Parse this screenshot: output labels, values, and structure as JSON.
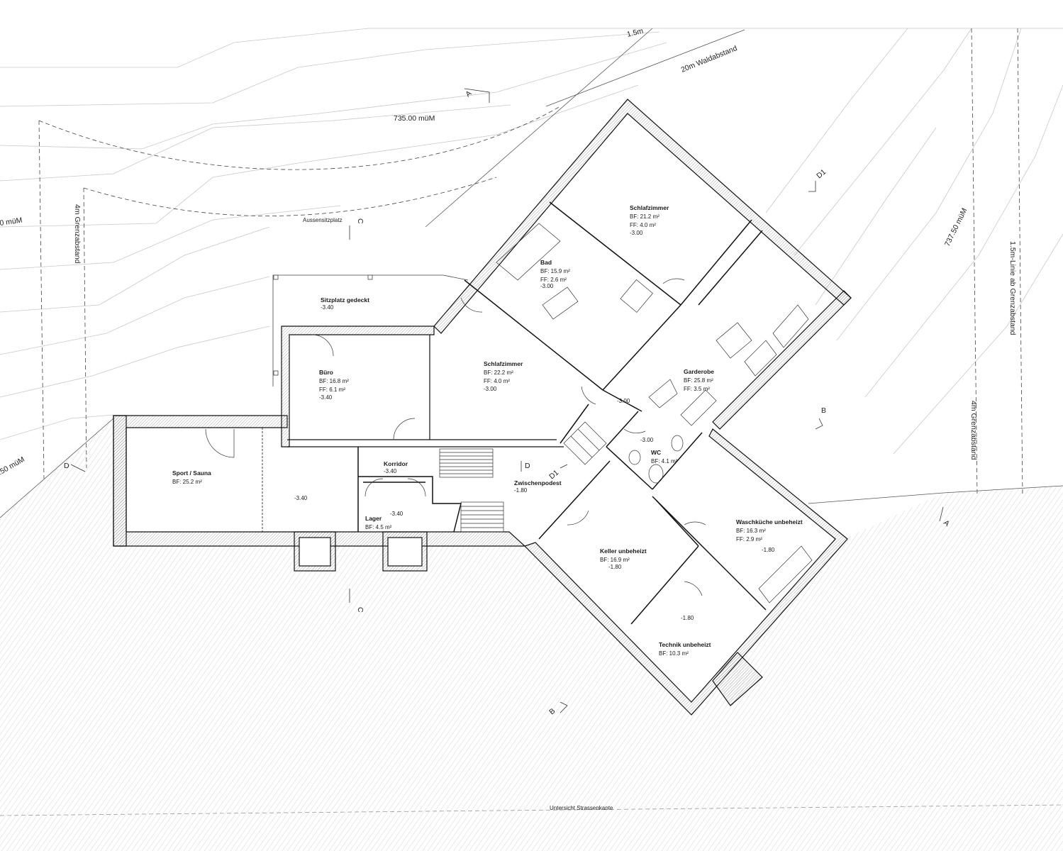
{
  "site_labels": {
    "level_735": "735.00 müM",
    "level_737": "737.50 müM",
    "level_left_top": "0 müM",
    "level_left_bottom": ".50 müM",
    "waldabstand": "20m Waldabstand",
    "grenzabstand_left": "4m Grenzabstand",
    "grenzabstand_right": "4m Grenzabstand",
    "linie_15m": "1.5m-Linie ab Grenzabstand",
    "top_cut": "1.5m",
    "aussensitzplatz": "Aussensitzplatz",
    "strassenkante": "Untersicht Strassenkante"
  },
  "section_marks": {
    "a": "A",
    "b": "B",
    "c": "C",
    "d": "D",
    "d1": "D1"
  },
  "rooms": {
    "sitzplatz": {
      "name": "Sitzplatz gedeckt",
      "level": "-3.40"
    },
    "schlafzimmer_top": {
      "name": "Schlafzimmer",
      "bf": "BF:   21.2 m²",
      "ff": "FF:     4.0 m²",
      "level": "-3.00"
    },
    "bad": {
      "name": "Bad",
      "bf": "BF: 15.9 m²",
      "ff": "FF:   2.6 m²",
      "level": "-3.00"
    },
    "buero": {
      "name": "Büro",
      "bf": "BF: 16.8 m²",
      "ff": "FF:   6.1 m²",
      "level": "-3.40"
    },
    "schlafzimmer_mid": {
      "name": "Schlafzimmer",
      "bf": "BF:     22.2 m²",
      "ff": "FF:       4.0 m²",
      "level": "-3.00"
    },
    "garderobe": {
      "name": "Garderobe",
      "bf": "BF: 25.8 m²",
      "ff": "FF:   3.5 m²"
    },
    "sport": {
      "name": "Sport / Sauna",
      "bf": "BF:       25.2 m²"
    },
    "korridor": {
      "name": "Korridor",
      "level": "-3.40"
    },
    "lager": {
      "name": "Lager",
      "bf": "BF: 4.5 m²",
      "level": "-3.40"
    },
    "zwischenpodest": {
      "name": "Zwischenpodest",
      "level": "-1.80"
    },
    "wc": {
      "name": "WC",
      "bf": "BF: 4.1 m²",
      "level": "-3.00"
    },
    "keller": {
      "name": "Keller unbeheizt",
      "bf": "BF:       16.9 m²",
      "level": "-1.80"
    },
    "waschkueche": {
      "name": "Waschküche unbeheizt",
      "bf": "BF:              16.3 m²",
      "ff": "FF:                2.9 m²",
      "level": "-1.80"
    },
    "technik": {
      "name": "Technik unbeheizt",
      "bf": "BF:          10.3 m²",
      "level": "-1.80"
    }
  },
  "free_levels": {
    "sport_floor": "-3.40",
    "hall": "-3.00"
  }
}
